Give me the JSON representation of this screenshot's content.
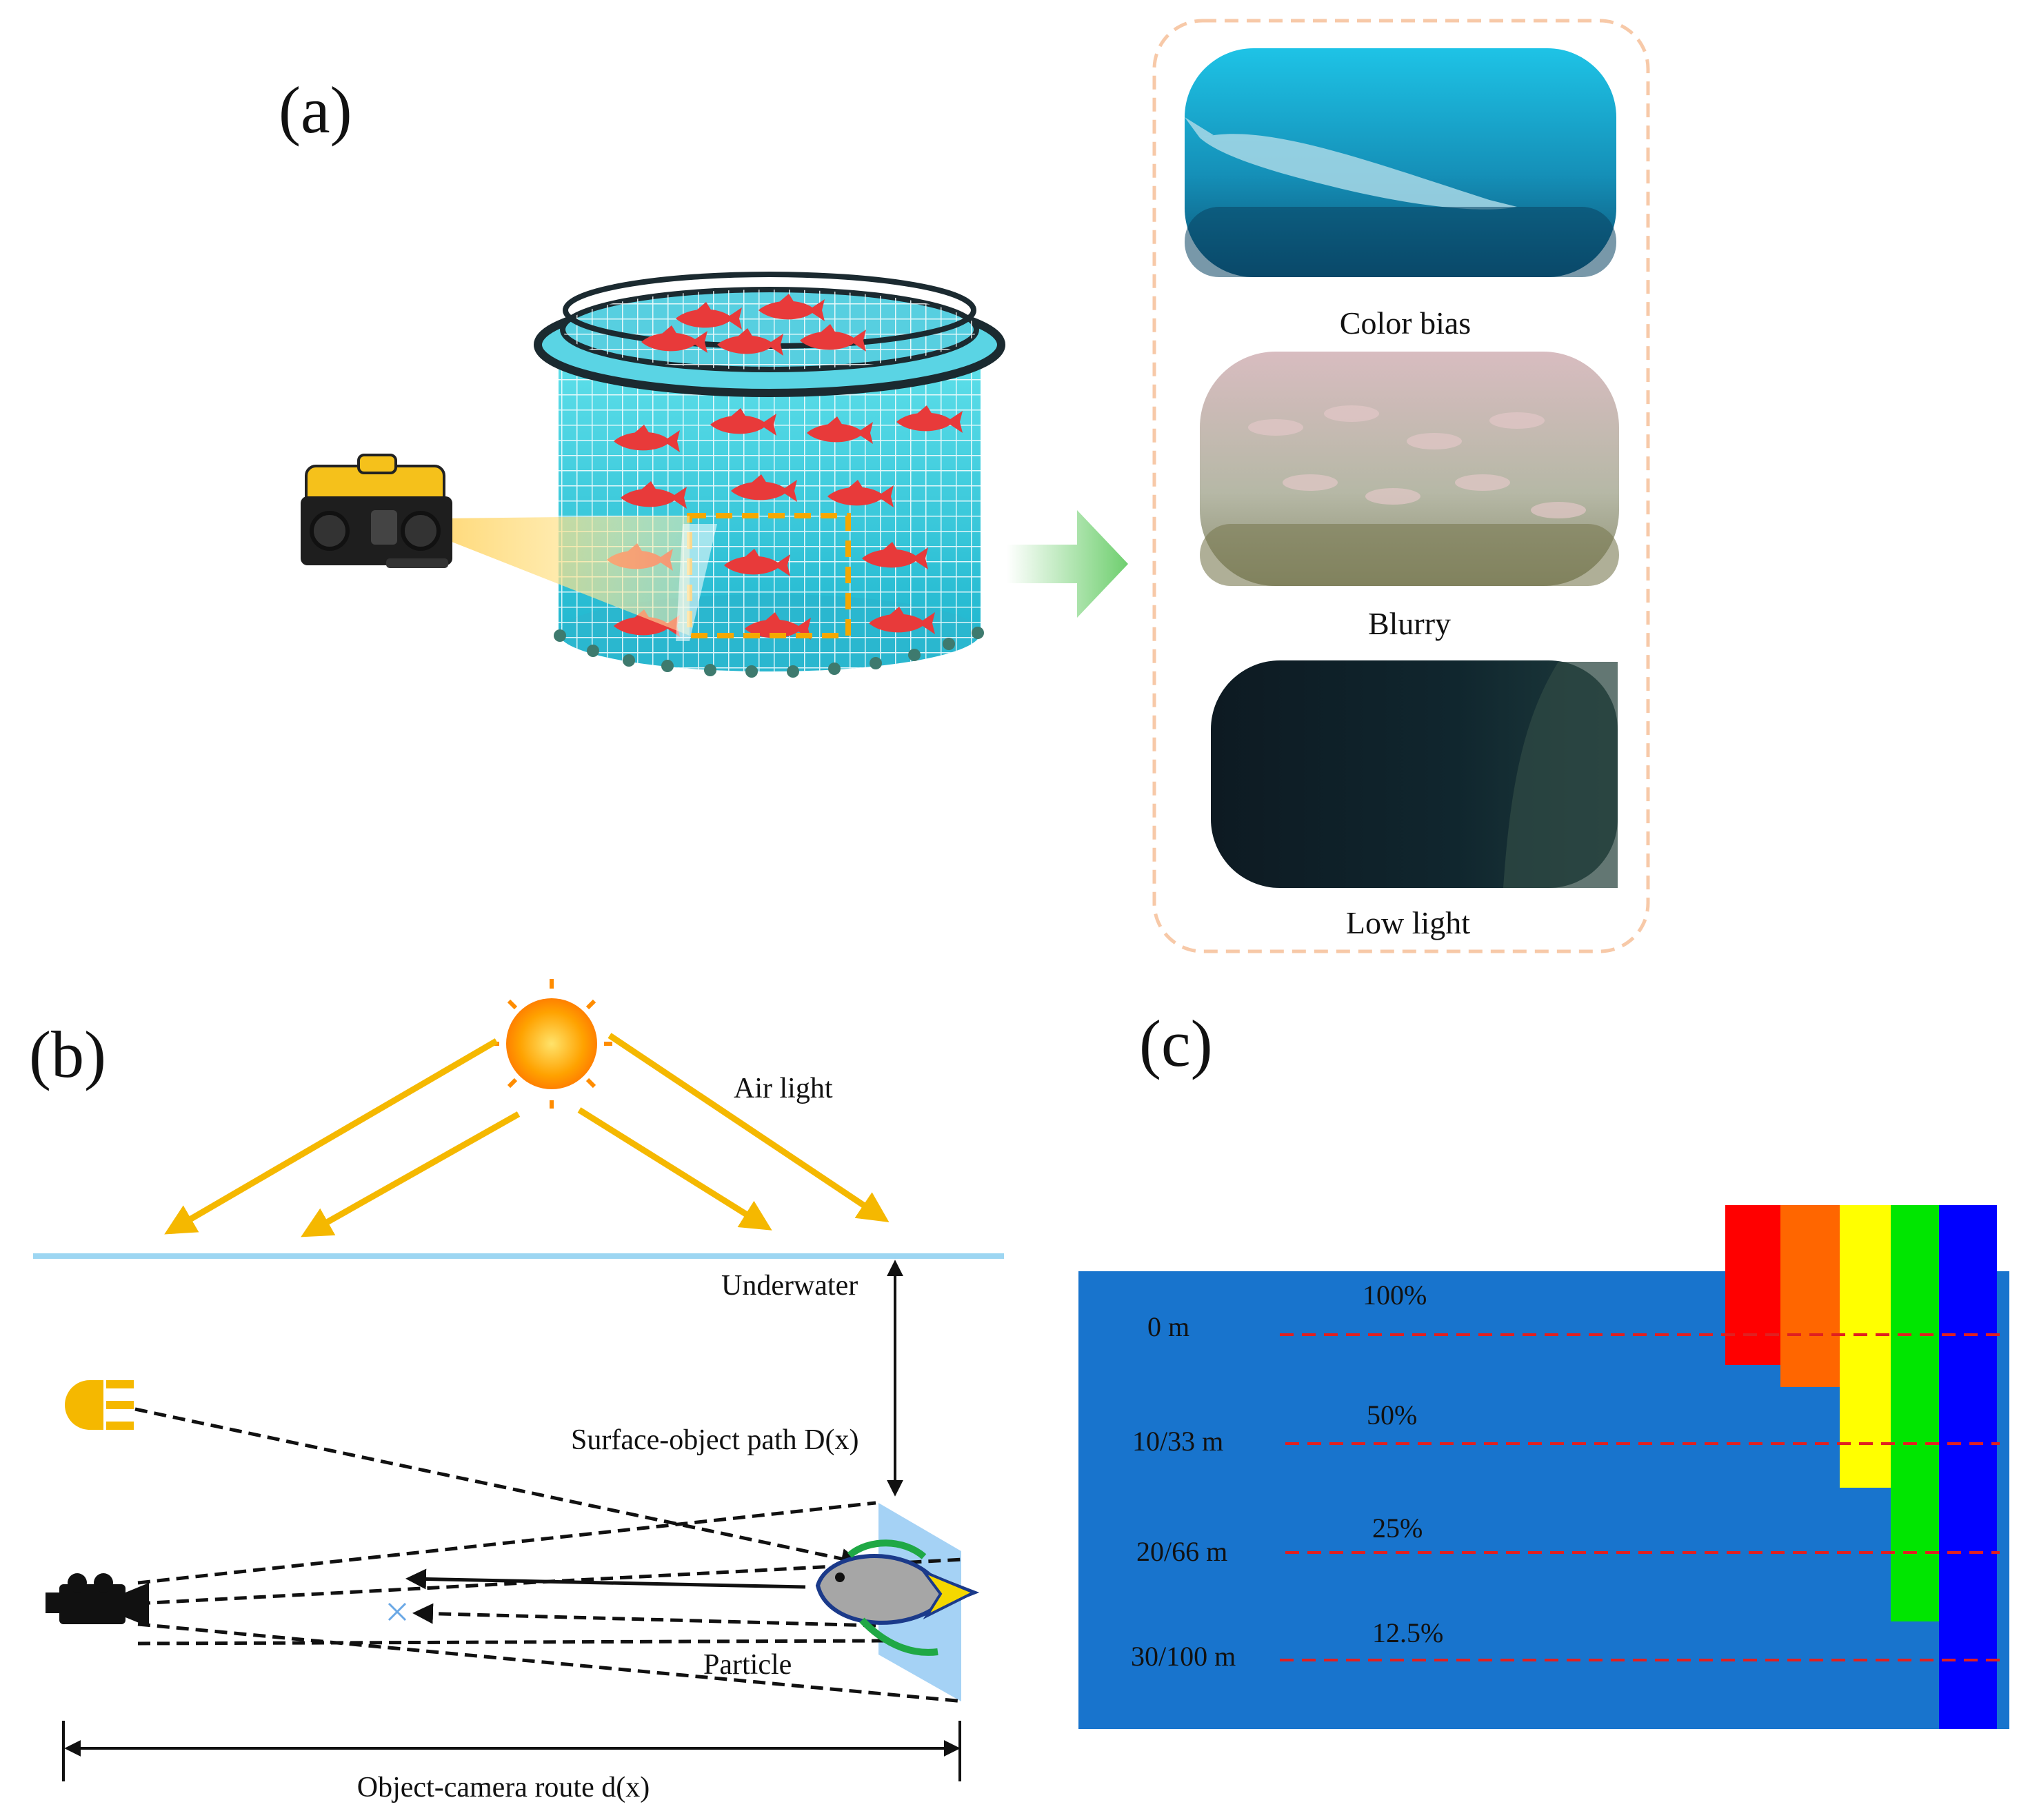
{
  "panel_a": {
    "label": "(a)",
    "issues": [
      {
        "caption": "Color bias"
      },
      {
        "caption": "Blurry"
      },
      {
        "caption": "Low light"
      }
    ]
  },
  "panel_b": {
    "label": "(b)",
    "air_light": "Air light",
    "underwater": "Underwater",
    "surface_path": "Surface-object path D(x)",
    "particle": "Particle",
    "object_camera_route": "Object-camera route d(x)"
  },
  "panel_c": {
    "label": "(c)",
    "depths": [
      {
        "depth": "0 m",
        "percent": "100%"
      },
      {
        "depth": "10/33 m",
        "percent": "50%"
      },
      {
        "depth": "20/66 m",
        "percent": "25%"
      },
      {
        "depth": "30/100 m",
        "percent": "12.5%"
      }
    ],
    "spectrum_colors": [
      "#ff0000",
      "#ff6600",
      "#ffff00",
      "#00e600",
      "#0000ff"
    ]
  },
  "colors": {
    "water": "#1874cd",
    "sunray": "#f5b800",
    "cage": "#3fd0e0",
    "fish": "#e83a3a",
    "depth_line": "#e02020",
    "arrow_green": "#6fcf6f"
  }
}
